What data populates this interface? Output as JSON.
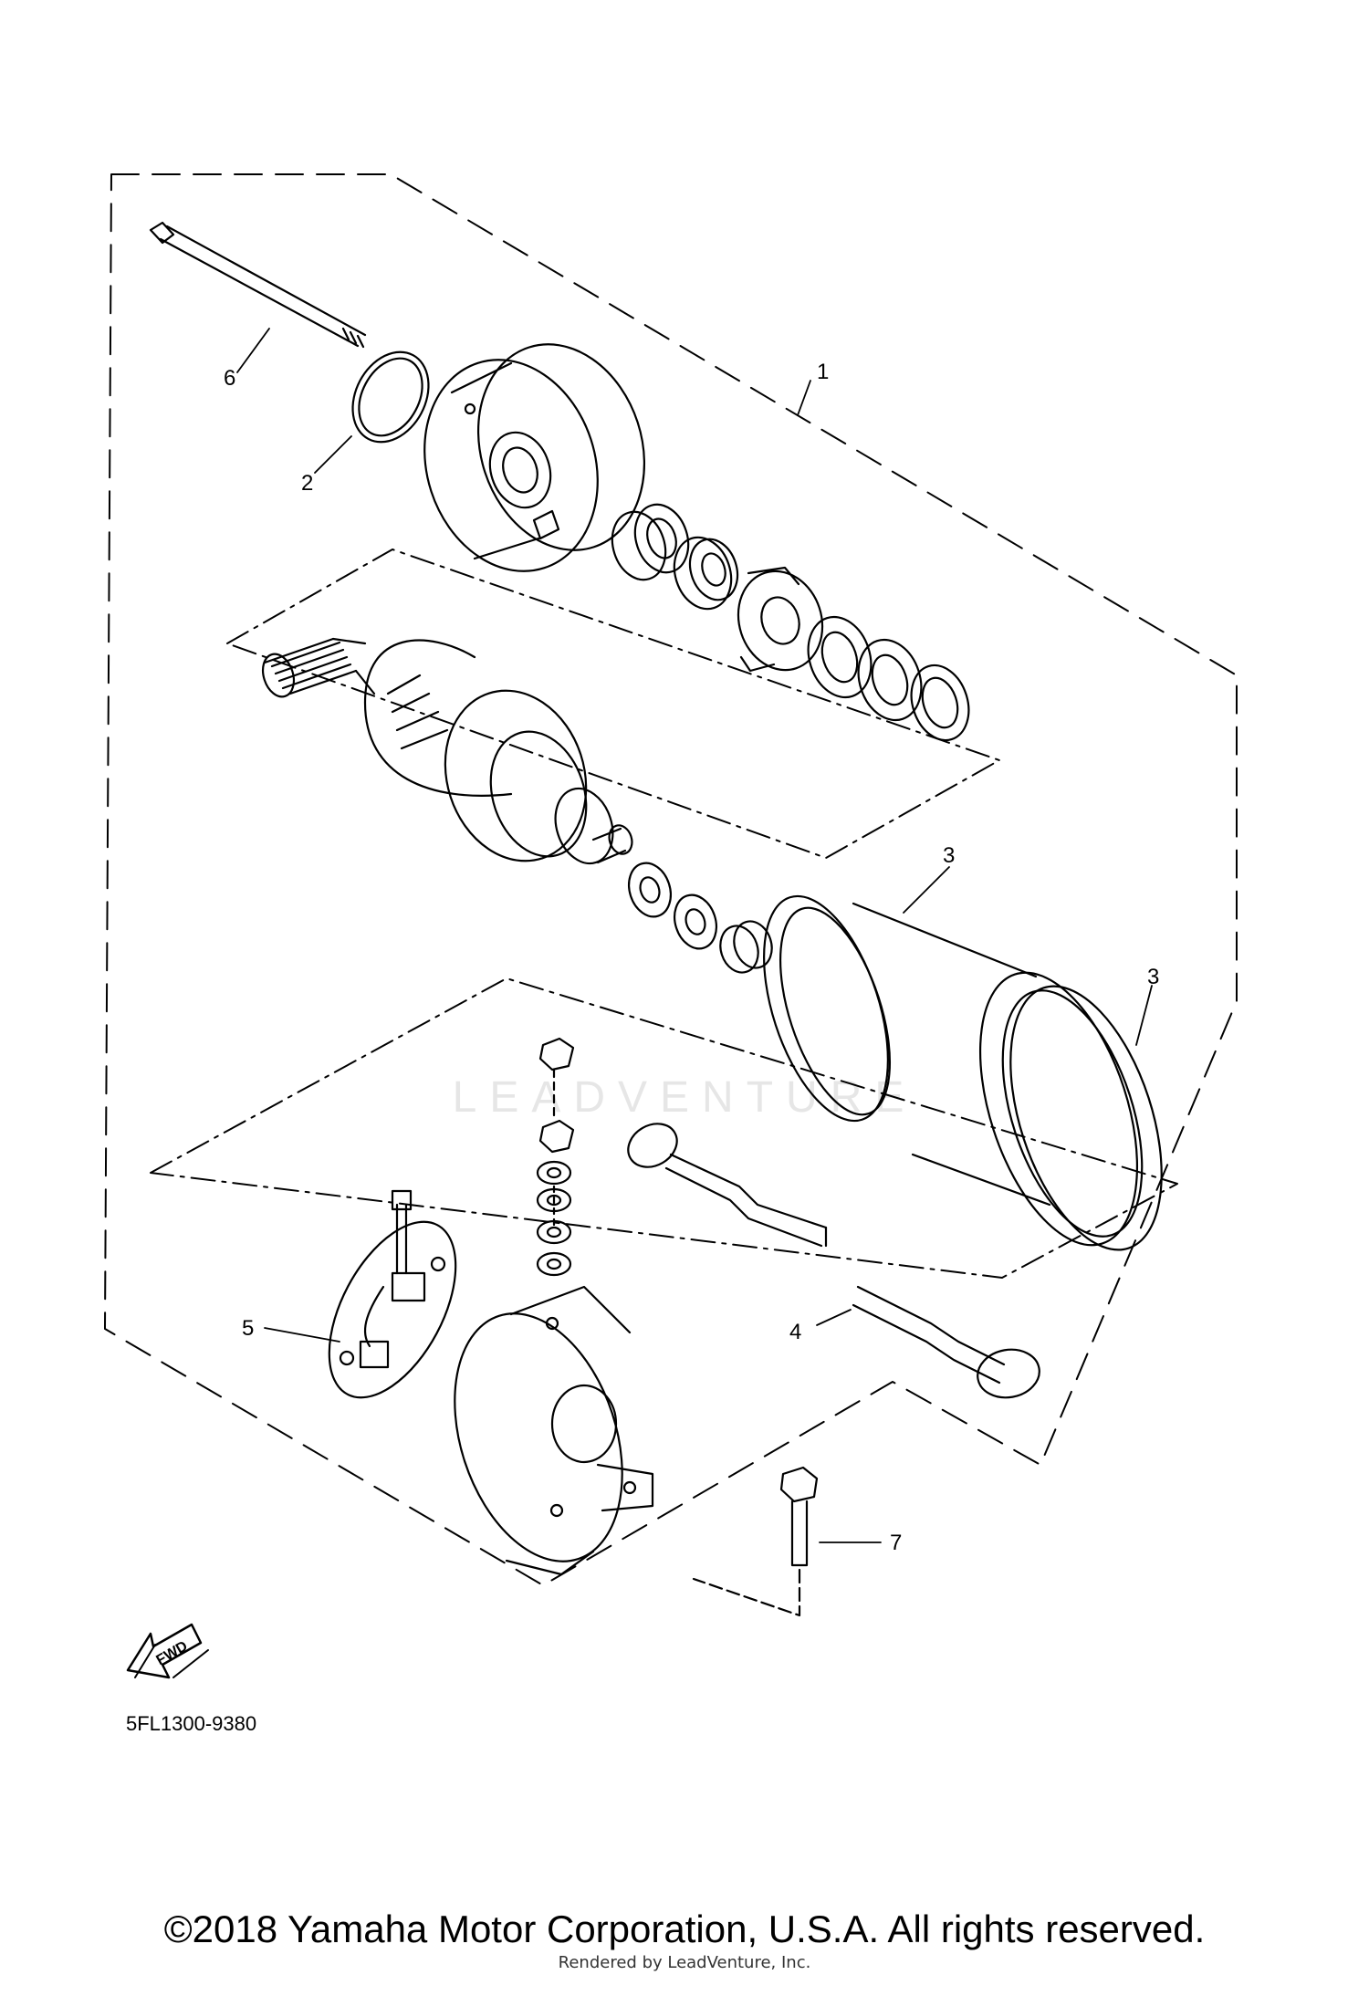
{
  "callouts": {
    "c1": "1",
    "c2": "2",
    "c3a": "3",
    "c3b": "3",
    "c4": "4",
    "c5": "5",
    "c6": "6",
    "c7": "7"
  },
  "fwd_arrow_label": "FWD",
  "diagram_code": "5FL1300-9380",
  "watermark": "LEADVENTURE",
  "copyright": "©2018 Yamaha Motor Corporation, U.S.A. All rights reserved.",
  "rendered_by": "Rendered by LeadVenture, Inc."
}
